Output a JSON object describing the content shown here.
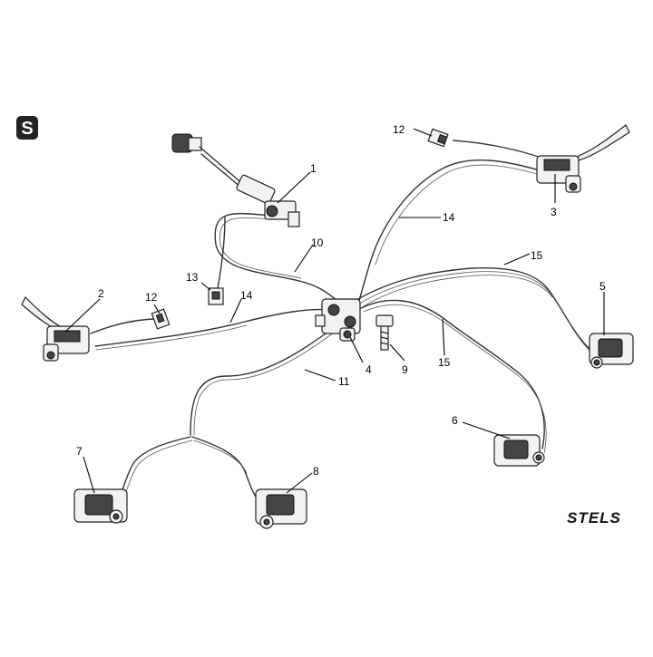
{
  "brand": {
    "logo_letter": "S",
    "wordmark": "STELS"
  },
  "callouts": [
    {
      "id": "c1",
      "label": "1"
    },
    {
      "id": "c2",
      "label": "2"
    },
    {
      "id": "c3",
      "label": "3"
    },
    {
      "id": "c4",
      "label": "4"
    },
    {
      "id": "c5",
      "label": "5"
    },
    {
      "id": "c6",
      "label": "6"
    },
    {
      "id": "c7",
      "label": "7"
    },
    {
      "id": "c8",
      "label": "8"
    },
    {
      "id": "c9",
      "label": "9"
    },
    {
      "id": "c10",
      "label": "10"
    },
    {
      "id": "c11",
      "label": "11"
    },
    {
      "id": "c12a",
      "label": "12"
    },
    {
      "id": "c12b",
      "label": "12"
    },
    {
      "id": "c13",
      "label": "13"
    },
    {
      "id": "c14a",
      "label": "14"
    },
    {
      "id": "c14b",
      "label": "14"
    },
    {
      "id": "c15a",
      "label": "15"
    },
    {
      "id": "c15b",
      "label": "15"
    }
  ],
  "colors": {
    "line": "#222222",
    "background": "#ffffff"
  }
}
